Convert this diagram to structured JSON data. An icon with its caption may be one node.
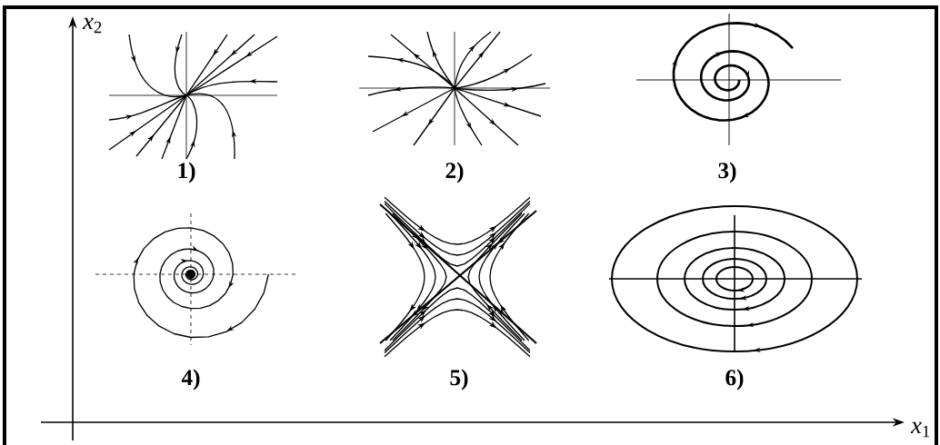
{
  "diagram": {
    "labels": [
      "*x*$_{2}$",
      "1)",
      "2)",
      "3)",
      "4)",
      "5)",
      "6)",
      "*x*$_{1}$"
    ]
  }
}
